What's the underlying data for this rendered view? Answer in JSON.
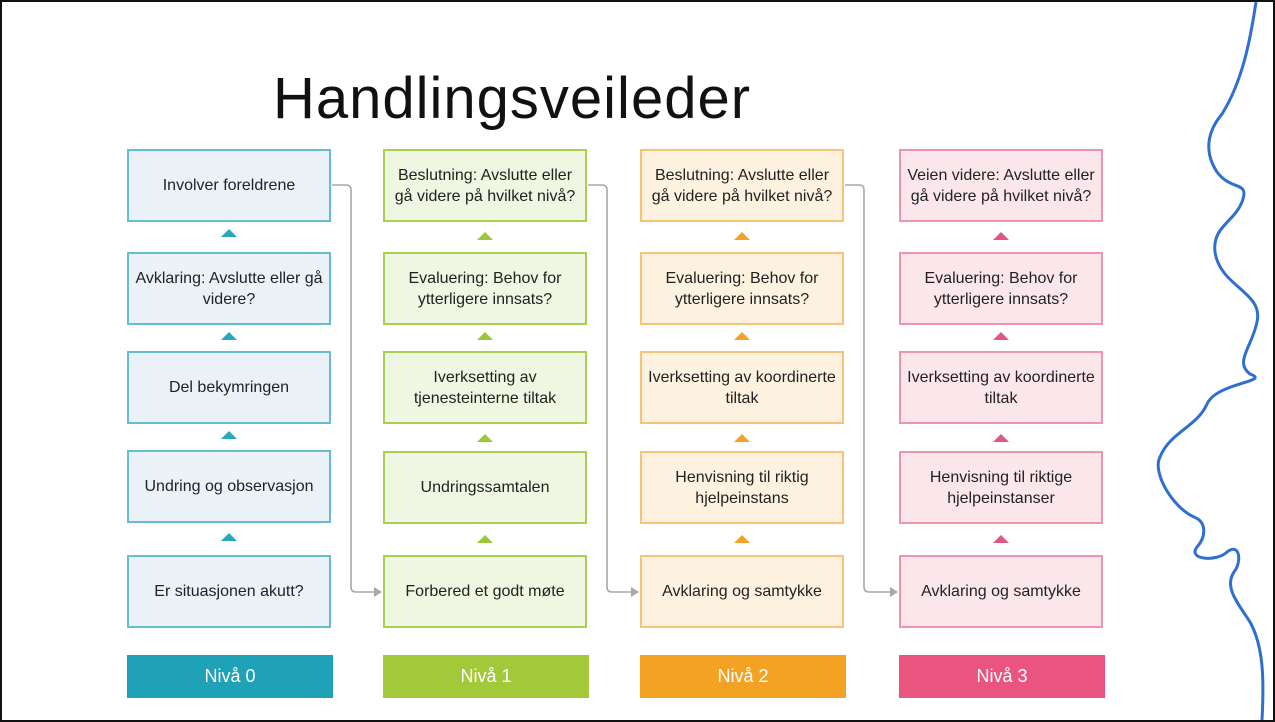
{
  "title": "Handlingsveileder",
  "columns": [
    {
      "level": "Nivå 0",
      "steps": [
        "Involver foreldrene",
        "Avklaring: Avslutte eller gå videre?",
        "Del bekymringen",
        "Undring og observasjon",
        "Er situasjonen akutt?"
      ]
    },
    {
      "level": "Nivå 1",
      "steps": [
        "Beslutning: Avslutte eller gå videre på hvilket nivå?",
        "Evaluering: Behov for ytterligere innsats?",
        "Iverksetting av tjenesteinterne tiltak",
        "Undringssamtalen",
        "Forbered et godt møte"
      ]
    },
    {
      "level": "Nivå 2",
      "steps": [
        "Beslutning: Avslutte eller gå videre på hvilket nivå?",
        "Evaluering: Behov for ytterligere innsats?",
        "Iverksetting av koordinerte tiltak",
        "Henvisning til riktig hjelpeinstans",
        "Avklaring og samtykke"
      ]
    },
    {
      "level": "Nivå 3",
      "steps": [
        "Veien videre: Avslutte eller gå videre på hvilket nivå?",
        "Evaluering: Behov for ytterligere innsats?",
        "Iverksetting av koordinerte tiltak",
        "Henvisning til riktige hjelpeinstanser",
        "Avklaring og samtykke"
      ]
    }
  ],
  "colors": {
    "nivaa0": "#1fa1b8",
    "nivaa1": "#a3c93a",
    "nivaa2": "#f4a224",
    "nivaa3": "#ea5580",
    "connector": "#a8a8a8",
    "decoration_line": "#2f6fd0"
  }
}
